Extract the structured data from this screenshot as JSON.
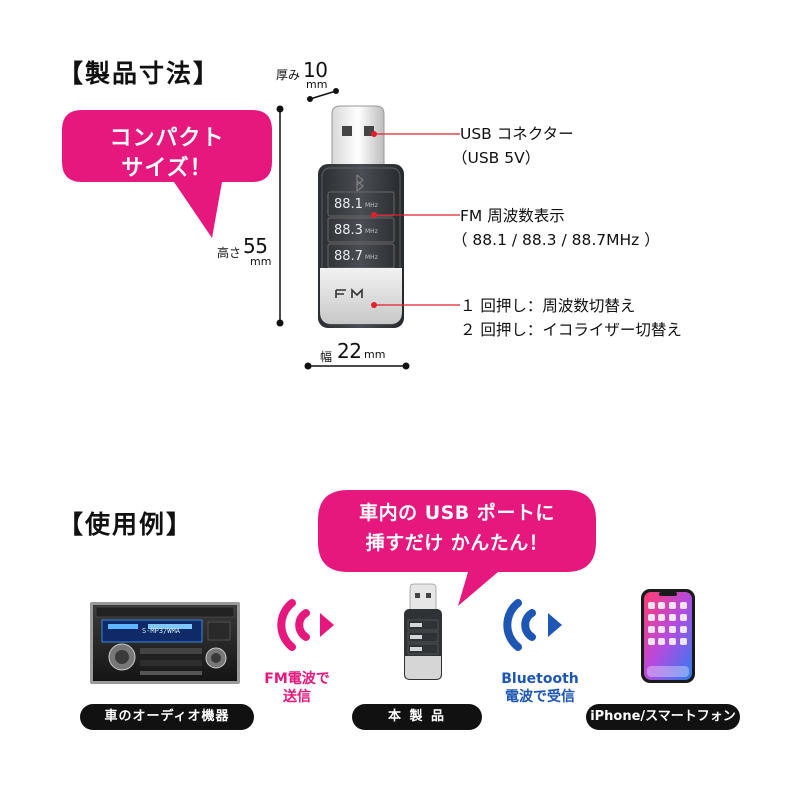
{
  "dimensions": {
    "section_title": "【製品寸法】",
    "speech_bubble": {
      "line1": "コンパクト",
      "line2": "サイズ！"
    },
    "thickness": {
      "label": "厚み",
      "value": "10",
      "unit": "mm"
    },
    "height": {
      "label": "高さ",
      "value": "55",
      "unit": "mm"
    },
    "width": {
      "label": "幅",
      "value": "22",
      "unit": "mm"
    },
    "callouts": {
      "usb": {
        "line1": "USB コネクター",
        "line2": "（USB 5V）"
      },
      "fm": {
        "line1": "FM 周波数表示",
        "line2": "（ 88.1 / 88.3 / 88.7MHz ）"
      },
      "button": {
        "line1": "１ 回押し：周波数切替え",
        "line2": "２ 回押し：イコライザー切替え"
      }
    },
    "device": {
      "freqs": [
        "88.1",
        "88.3",
        "88.7"
      ],
      "mhz": "MHz",
      "logo": "FM"
    }
  },
  "usage": {
    "section_title": "【使用例】",
    "speech_bubble": {
      "line1": "車内の USB ポートに",
      "line2": "挿すだけ かんたん！"
    },
    "fm_label": {
      "line1": "FM電波で",
      "line2": "送信"
    },
    "bt_label": {
      "line1": "Bluetooth",
      "line2": "電波で受信"
    },
    "pills": {
      "audio": "車のオーディオ機器",
      "product": "本 製 品",
      "phone": "iPhone/スマートフォン"
    },
    "stereo_display": "S-MP3/WMA"
  },
  "colors": {
    "pink": "#e6187d",
    "blue": "#1e56b4",
    "callout_red": "#e0202f",
    "black": "#111111"
  }
}
